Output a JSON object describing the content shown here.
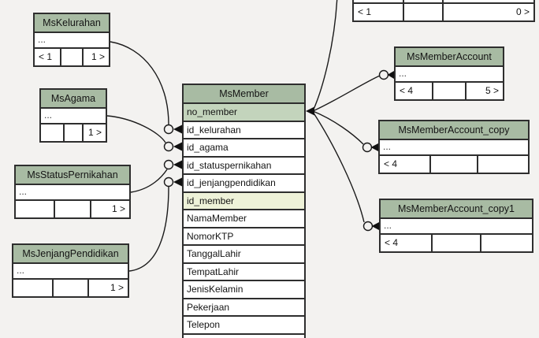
{
  "diagram": {
    "background_color": "#f3f2f0",
    "table_header_color": "#a8bba3",
    "primary_row_color": "#c3d4bc",
    "highlight_row_color": "#eef2d8",
    "line_color": "#1a1a1a"
  },
  "tables": {
    "ms_kelurahan": {
      "title": "MsKelurahan",
      "ellipsis": "...",
      "nav": [
        "< 1",
        "",
        "1 >"
      ]
    },
    "ms_agama": {
      "title": "MsAgama",
      "ellipsis": "...",
      "nav": [
        "",
        "",
        "1 >"
      ]
    },
    "ms_status_pernikahan": {
      "title": "MsStatusPernikahan",
      "ellipsis": "...",
      "nav": [
        "",
        "",
        "1 >"
      ]
    },
    "ms_jenjang_pendidikan": {
      "title": "MsJenjangPendidikan",
      "ellipsis": "...",
      "nav": [
        "",
        "",
        "1 >"
      ]
    },
    "ms_member": {
      "title": "MsMember",
      "fields": [
        "no_member",
        "id_kelurahan",
        "id_agama",
        "id_statuspernikahan",
        "id_jenjangpendidikan",
        "id_member",
        "NamaMember",
        "NomorKTP",
        "TanggalLahir",
        "TempatLahir",
        "JenisKelamin",
        "Pekerjaan",
        "Telepon"
      ]
    },
    "ms_member_account": {
      "title": "MsMemberAccount",
      "ellipsis": "...",
      "nav": [
        "< 4",
        "",
        "5 >"
      ]
    },
    "ms_member_account_copy": {
      "title": "MsMemberAccount_copy",
      "ellipsis": "...",
      "nav": [
        "< 4",
        "",
        ""
      ]
    },
    "ms_member_account_copy1": {
      "title": "MsMemberAccount_copy1",
      "ellipsis": "...",
      "nav": [
        "< 4",
        "",
        ""
      ]
    },
    "partial_top": {
      "sliver": [
        "",
        "",
        ""
      ],
      "nav": [
        "< 1",
        "",
        "0 >"
      ]
    }
  }
}
